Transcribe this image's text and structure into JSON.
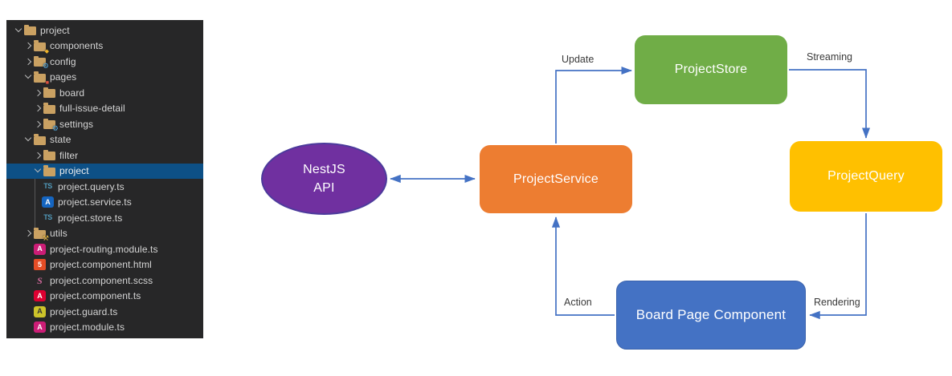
{
  "sidebar": {
    "items": [
      {
        "label": "project",
        "level": 0,
        "kind": "folder",
        "expanded": true
      },
      {
        "label": "components",
        "level": 1,
        "kind": "folder",
        "expanded": false,
        "badge": "components",
        "badge_glyph": "◆"
      },
      {
        "label": "config",
        "level": 1,
        "kind": "folder",
        "expanded": false,
        "badge": "gear",
        "badge_glyph": "⚙"
      },
      {
        "label": "pages",
        "level": 1,
        "kind": "folder",
        "expanded": true,
        "badge": "pages",
        "badge_glyph": "■"
      },
      {
        "label": "board",
        "level": 2,
        "kind": "folder",
        "expanded": false
      },
      {
        "label": "full-issue-detail",
        "level": 2,
        "kind": "folder",
        "expanded": false
      },
      {
        "label": "settings",
        "level": 2,
        "kind": "folder",
        "expanded": false,
        "badge": "gear",
        "badge_glyph": "⚙"
      },
      {
        "label": "state",
        "level": 1,
        "kind": "folder",
        "expanded": true
      },
      {
        "label": "filter",
        "level": 2,
        "kind": "folder",
        "expanded": false
      },
      {
        "label": "project",
        "level": 2,
        "kind": "folder",
        "expanded": true,
        "selected": true
      },
      {
        "label": "project.query.ts",
        "level": 3,
        "kind": "file",
        "icon": "ts",
        "glyph": "TS"
      },
      {
        "label": "project.service.ts",
        "level": 3,
        "kind": "file",
        "icon": "ng-service",
        "glyph": "A"
      },
      {
        "label": "project.store.ts",
        "level": 3,
        "kind": "file",
        "icon": "ts",
        "glyph": "TS"
      },
      {
        "label": "utils",
        "level": 1,
        "kind": "folder",
        "expanded": false,
        "badge": "tools",
        "badge_glyph": "⚒"
      },
      {
        "label": "project-routing.module.ts",
        "level": 1,
        "kind": "file",
        "icon": "ng-module",
        "glyph": "A"
      },
      {
        "label": "project.component.html",
        "level": 1,
        "kind": "file",
        "icon": "html",
        "glyph": "5"
      },
      {
        "label": "project.component.scss",
        "level": 1,
        "kind": "file",
        "icon": "scss",
        "glyph": "S"
      },
      {
        "label": "project.component.ts",
        "level": 1,
        "kind": "file",
        "icon": "ng-component",
        "glyph": "A"
      },
      {
        "label": "project.guard.ts",
        "level": 1,
        "kind": "file",
        "icon": "ng-guard",
        "glyph": "A"
      },
      {
        "label": "project.module.ts",
        "level": 1,
        "kind": "file",
        "icon": "ng-module",
        "glyph": "A"
      }
    ],
    "colors": {
      "background": "#272728",
      "selection": "#0d5086",
      "folder": "#caa162",
      "text": "#d4d4d4"
    }
  },
  "diagram": {
    "nodes": {
      "nestjs": {
        "label_line1": "NestJS",
        "label_line2": "API",
        "color": "#7030A0"
      },
      "service": {
        "label": "ProjectService",
        "color": "#ED7D31"
      },
      "store": {
        "label": "ProjectStore",
        "color": "#70AD47"
      },
      "query": {
        "label": "ProjectQuery",
        "color": "#FFC000"
      },
      "board": {
        "label": "Board Page Component",
        "color": "#4472C4"
      }
    },
    "edges": {
      "update": "Update",
      "streaming": "Streaming",
      "rendering": "Rendering",
      "action": "Action"
    },
    "arrow_color": "#4472C4"
  }
}
